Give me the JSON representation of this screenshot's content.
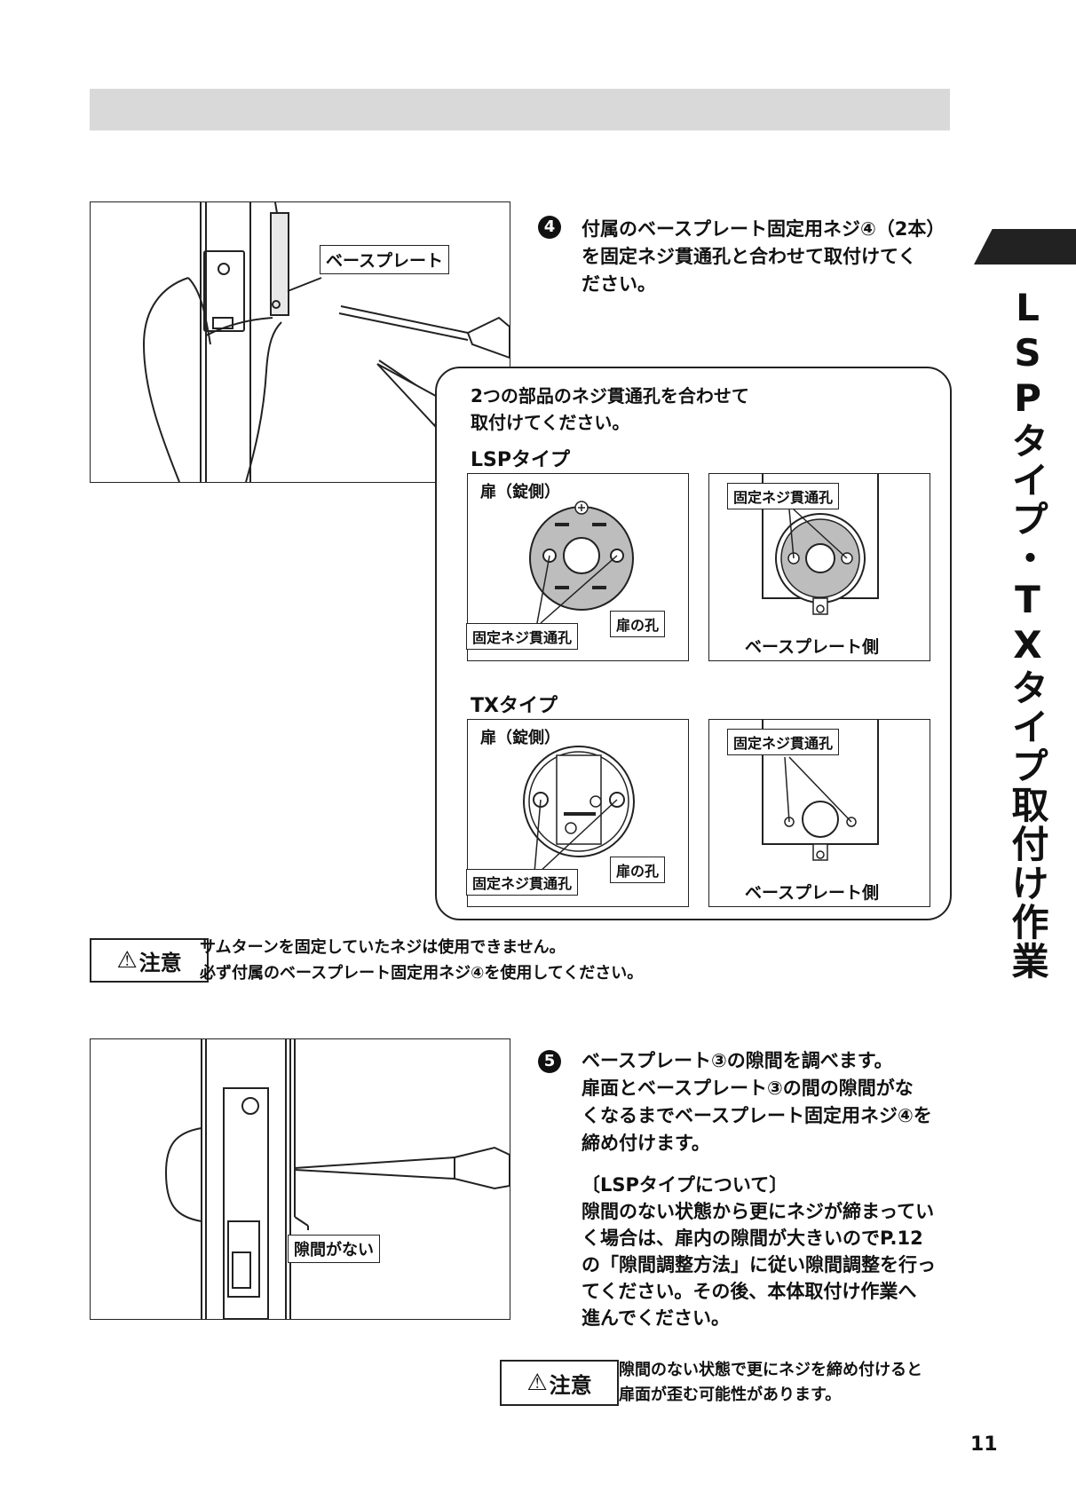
{
  "side_title": "LSPタイプ・TXタイプ取付け作業",
  "step4": {
    "number": "4",
    "text_lines": [
      "付属のベースプレート固定用ネジ④（2本）",
      "を固定ネジ貫通孔と合わせて取付けてく",
      "ださい。"
    ],
    "photo_label": "ベースプレート"
  },
  "callout": {
    "lines": [
      "2つの部品のネジ貫通孔を合わせて",
      "取付けてください。"
    ],
    "lsp": {
      "title": "LSPタイプ",
      "door_label": "扉（錠側）",
      "hole_label": "固定ネジ貫通孔",
      "door_hole_label": "扉の孔",
      "plate_hole_label": "固定ネジ貫通孔",
      "plate_side_label": "ベースプレート側"
    },
    "tx": {
      "title": "TXタイプ",
      "door_label": "扉（錠側）",
      "hole_label": "固定ネジ貫通孔",
      "door_hole_label": "扉の孔",
      "plate_hole_label": "固定ネジ貫通孔",
      "plate_side_label": "ベースプレート側"
    }
  },
  "caution1": {
    "label": "注意",
    "lines": [
      "サムターンを固定していたネジは使用できません。",
      "必ず付属のベースプレート固定用ネジ④を使用してください。"
    ]
  },
  "step5": {
    "number": "5",
    "text_lines": [
      "ベースプレート③の隙間を調べます。",
      "扉面とベースプレート③の間の隙間がな",
      "くなるまでベースプレート固定用ネジ④を",
      "締め付けます。"
    ],
    "note_lines": [
      "〔LSPタイプについて〕",
      "隙間のない状態から更にネジが締まってい",
      "く場合は、扉内の隙間が大きいのでP.12",
      "の「隙間調整方法」に従い隙間調整を行っ",
      "てください。その後、本体取付け作業へ",
      "進んでください。"
    ],
    "photo_label": "隙間がない"
  },
  "caution2": {
    "label": "注意",
    "lines": [
      "隙間のない状態で更にネジを締め付けると",
      "扉面が歪む可能性があります。"
    ]
  },
  "page_number": "11"
}
